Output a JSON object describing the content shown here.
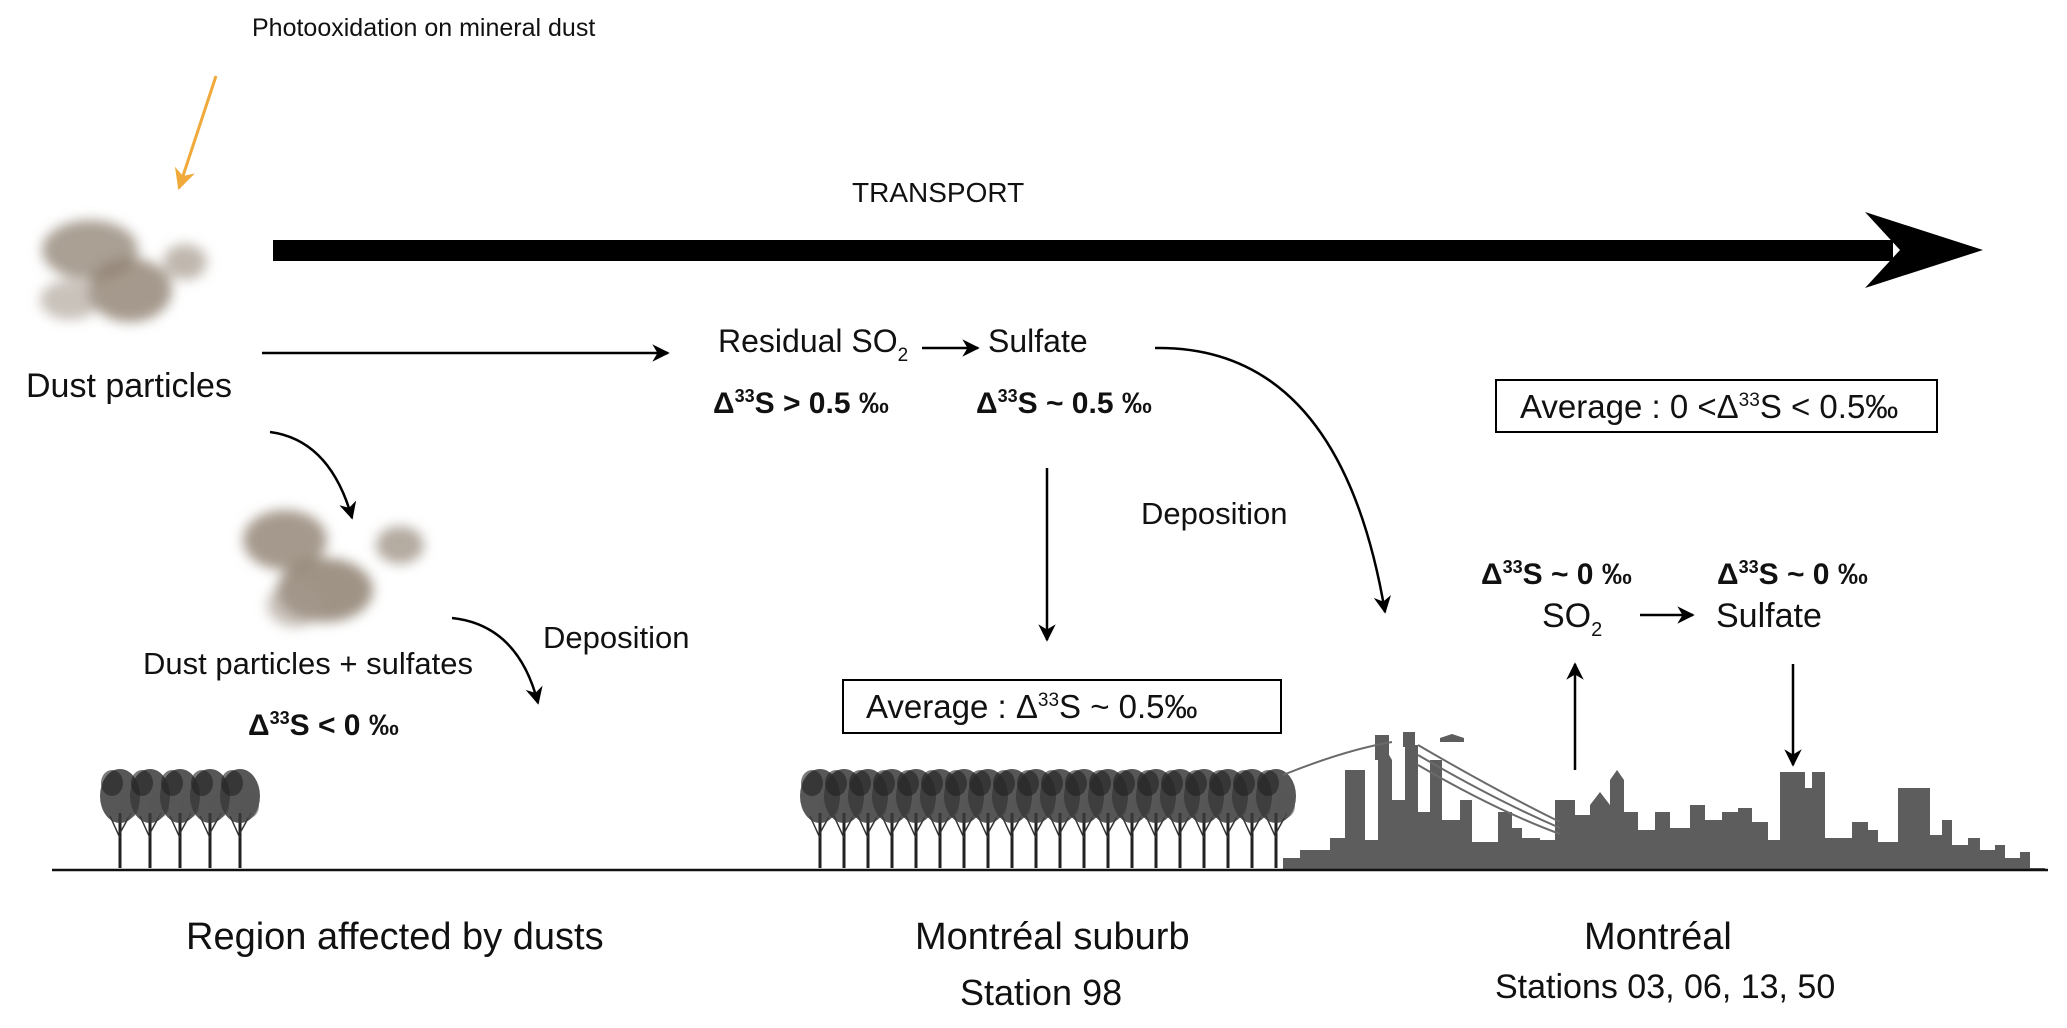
{
  "colors": {
    "blue": "#233a93",
    "green": "#1c9a47",
    "orange": "#ee5a2a",
    "sun_arrow": "#f0a93b",
    "dust": "#8e8070",
    "city": "#5d5d5d",
    "ink": "#000000"
  },
  "top_note": "Photooxidation on mineral dust",
  "transport_label": "TRANSPORT",
  "dust_label": "Dust particles",
  "dust_sulfates_label": "Dust particles + sulfates",
  "dust_delta": {
    "prefix": "Δ",
    "sup": "33",
    "rest": "S  < 0 ‰"
  },
  "deposition_left": "Deposition",
  "deposition_mid": "Deposition",
  "residual": {
    "text": "Residual SO",
    "sub": "2"
  },
  "sulfate_mid": "Sulfate",
  "residual_delta": {
    "prefix": "Δ",
    "sup": "33",
    "rest": "S  > 0.5 ‰"
  },
  "sulfate_delta": {
    "prefix": "Δ",
    "sup": "33",
    "rest": "S  ~ 0.5 ‰"
  },
  "average_suburb": {
    "pre": "Average : Δ",
    "sup": "33",
    "post": "S ~ 0.5‰"
  },
  "average_city": {
    "pre": "Average : 0 <Δ",
    "sup": "33",
    "post": "S < 0.5‰"
  },
  "city_so2_delta": {
    "prefix": "Δ",
    "sup": "33",
    "rest": "S  ~ 0 ‰"
  },
  "city_sulfate_delta": {
    "prefix": "Δ",
    "sup": "33",
    "rest": "S  ~ 0 ‰"
  },
  "city_so2": {
    "text": "SO",
    "sub": "2"
  },
  "city_sulfate": "Sulfate",
  "regions": {
    "dust_region": "Region affected by dusts",
    "suburb": "Montréal suburb",
    "suburb_station": "Station 98",
    "city": "Montréal",
    "city_stations": "Stations 03, 06, 13, 50"
  }
}
